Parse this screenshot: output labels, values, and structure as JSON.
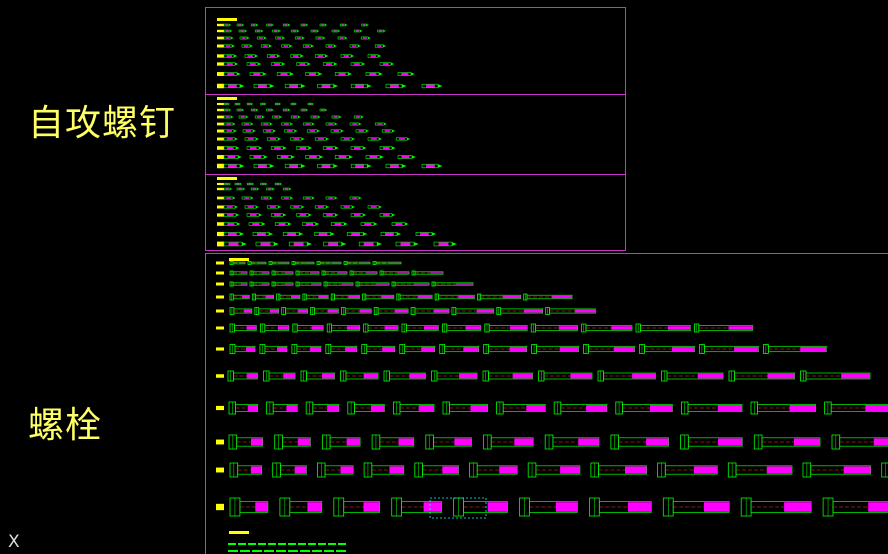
{
  "labels": {
    "screws": "自攻螺钉",
    "bolts": "螺栓",
    "x_axis": "X"
  },
  "colors": {
    "background": "#000000",
    "label": "#ffff66",
    "panel_border": "#cc33cc",
    "part_outline": "#00ff00",
    "part_fill": "#ff00ff",
    "centerline": "#ff3333"
  },
  "drawing": {
    "screw_sections": 3,
    "bolt_rows": 12
  }
}
